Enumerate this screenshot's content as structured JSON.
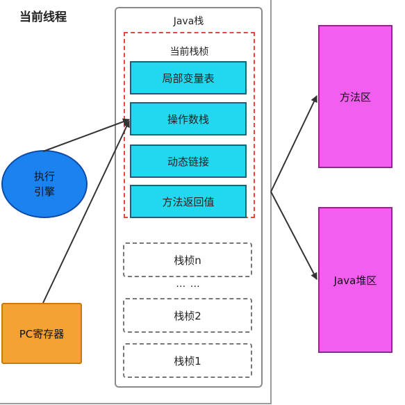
{
  "thread": {
    "title": "当前线程"
  },
  "java_stack": {
    "title": "Java栈",
    "current_frame": {
      "title": "当前栈桢",
      "components": [
        "局部变量表",
        "操作数栈",
        "动态链接",
        "方法返回值"
      ]
    },
    "frames": {
      "top": "栈桢n",
      "ellipsis": "… …",
      "second": "栈桢2",
      "first": "栈桢1"
    }
  },
  "execution_engine": {
    "line1": "执行",
    "line2": "引擎"
  },
  "pc_register": {
    "label": "PC寄存器"
  },
  "method_area": {
    "label": "方法区"
  },
  "java_heap": {
    "label": "Java堆区"
  },
  "colors": {
    "component_fill": "#22d8ef",
    "current_frame_border": "#e8453c",
    "engine_fill": "#1a83f0",
    "pc_fill": "#f4a234",
    "area_fill": "#f25ff0"
  }
}
